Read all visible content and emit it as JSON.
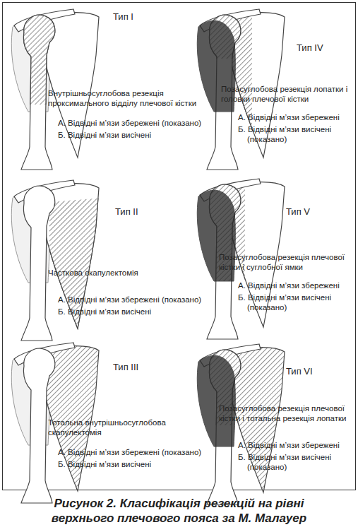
{
  "diagram": {
    "caption": "Рисунок 2. Класифікація резекцій на рівні верхнього плечового пояса за М. Малауер",
    "labels": [
      "Тип I",
      "Внутрішньосуглобова резекція проксимального відділу плечової кістки",
      "А. Відвідні м’язи збережені (показано)",
      "Б. Відвідні м’язи висічені",
      "Тип IV",
      "Позасуглобова резекція лопатки і головки плечової кістки",
      "А. Відвідні м’язи збережені",
      "Б. Відвідні м’язи висічені (показано)",
      "Тип II",
      "Часткова скапулектомія",
      "А. Відвідні м’язи збережені (показано)",
      "Б. Відвідні м’язи висічені",
      "Тип V",
      "Позасуглобова резекція плечової кістки і суглобної ямки",
      "А. Відвідні м’язи збережені",
      "Б. Відвідні м’язи висічені (показано)",
      "Тип III",
      "Тотальна внутрішньосуглобова скапулектомія",
      "А. Відвідні м’язи збережені (показано)",
      "Б. Відвідні м’язи висічені",
      "Тип VI",
      "Позасуглобова резекція плечової кістки і тотальна резекція лопатки",
      "А. Відвідні м’язи збережені",
      "Б. Відвідні м’язи висічені (показано)"
    ]
  }
}
